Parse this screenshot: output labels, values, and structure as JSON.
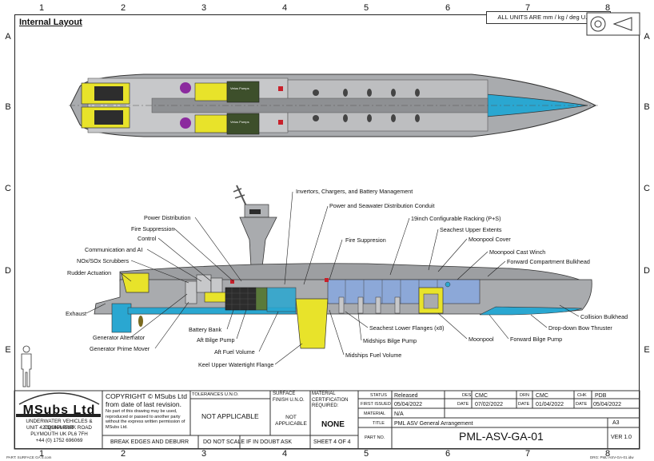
{
  "drawing": {
    "title": "Internal Layout",
    "units_note": "ALL UNITS ARE mm / kg / deg U.N.O.",
    "zones_cols": [
      "1",
      "2",
      "3",
      "4",
      "5",
      "6",
      "7",
      "8"
    ],
    "zones_rows": [
      "A",
      "B",
      "C",
      "D",
      "E"
    ]
  },
  "labels_top": {
    "vent_label_1": "Vetus Pumps",
    "vent_label_2": "Vetus Pumps"
  },
  "callouts": {
    "inverters": "Invertors, Chargers, and Battery Management",
    "power_seawater": "Power and Seawater Distribution Conduit",
    "racking": "19inch Configurable Racking (P+S)",
    "seachest_upper": "Seachest Upper Extents",
    "moonpool_cover": "Moonpool Cover",
    "winch": "Moonpool Cast Winch",
    "fwd_bulkhead": "Forward Compartment Bulkhead",
    "power_dist": "Power Distribution",
    "fire_supp_1": "Fire Suppression",
    "fire_supp_2": "Fire Suppresion",
    "control": "Control",
    "comms": "Communication and AI",
    "scrubbers": "NOx/SOx Scrubbers",
    "rudder": "Rudder Actuation",
    "exhaust": "Exhaust",
    "gen_alt": "Generator Alternator",
    "gen_prime": "Generator Prime Mover",
    "battery": "Battery Bank",
    "aft_bilge": "Aft Bilge Pump",
    "aft_fuel": "Aft Fuel Volume",
    "keel": "Keel Upper Watertight Flange",
    "seachest_lower": "Seachest Lower Flanges (x8)",
    "mid_bilge": "Midships Bilge Pump",
    "mid_fuel": "Midships Fuel Volume",
    "moonpool": "Moonpool",
    "fwd_bilge": "Forward Bilge Pump",
    "bow_thruster": "Drop-down Bow Thruster",
    "collision": "Collision Bulkhead"
  },
  "title_block": {
    "company": "MSubs Ltd",
    "company_sub": "UNDERWATER VEHICLES & EQUIPMENT",
    "address_1": "UNIT 42 SISNA PARK ROAD",
    "address_2": "PLYMOUTH UK PL6 7FH",
    "phone": "+44 (0) 1752 696069",
    "copyright_1": "COPYRIGHT © MSubs Ltd",
    "copyright_2": "from date of last revision.",
    "copyright_note": "No part of this drawing may be used, reproduced or passed to another party without the express written permission of MSubs Ltd.",
    "tolerances_label": "TOLERANCES U.N.O.",
    "tolerances_value": "NOT APPLICABLE",
    "surface_label": "SURFACE FINISH U.N.O.",
    "surface_value": "NOT APPLICABLE",
    "material_cert_label": "MATERIAL CERTIFICATION REQUIRED:",
    "material_cert_value": "NONE",
    "status_label": "STATUS",
    "status_value": "Released",
    "first_issued_label": "FIRST ISSUED",
    "first_issued_value": "05/04/2022",
    "material_label": "MATERIAL",
    "material_value": "N/A",
    "title_label": "TITLE",
    "title_value": "PML ASV General Arrangement",
    "partno_label": "PART NO.",
    "partno_value": "PML-ASV-GA-01",
    "des_label": "DES",
    "des_value": "CMC",
    "drn_label": "DRN",
    "drn_value": "CMC",
    "chk_label": "CHK",
    "chk_value": "PDB",
    "date_label": "DATE",
    "date_1": "07/02/2022",
    "date_2": "01/04/2022",
    "date_3": "05/04/2022",
    "sheet_size": "A3",
    "version": "VER 1.0",
    "break_edges": "BREAK EDGES AND DEBURR",
    "do_not_scale": "DO NOT SCALE",
    "if_in_doubt": "IF IN DOUBT ASK",
    "sheet": "SHEET 4  OF 4",
    "footer_left": "PART: SURFACE GA S.com",
    "footer_right": "DRG: PML-ASV-GA-01.idw"
  }
}
